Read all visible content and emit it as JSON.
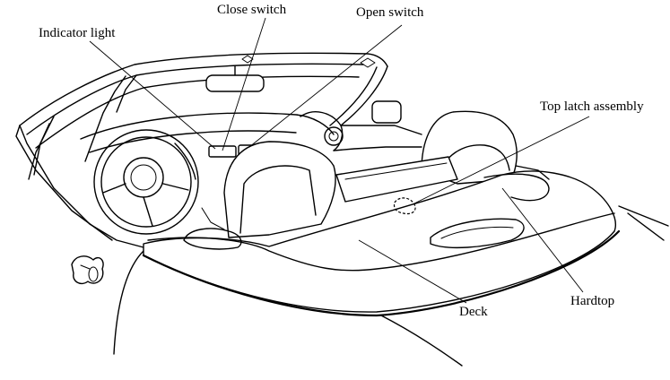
{
  "labels": {
    "close_switch": "Close switch",
    "open_switch": "Open switch",
    "indicator_light": "Indicator light",
    "top_latch_assembly": "Top latch assembly",
    "hardtop": "Hardtop",
    "deck": "Deck"
  },
  "icons": {
    "mirror_logo": "side-mirror-icon"
  },
  "colors": {
    "line": "#000000",
    "background": "#ffffff"
  }
}
